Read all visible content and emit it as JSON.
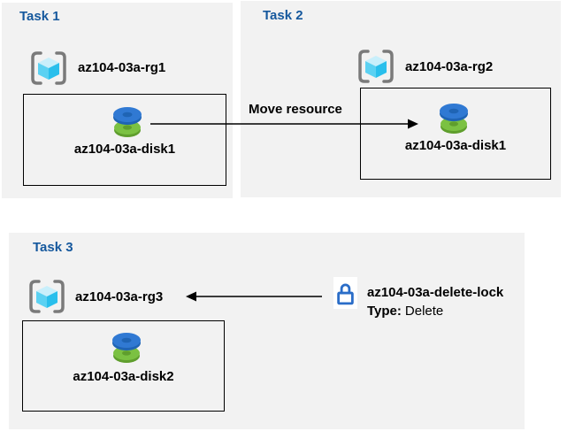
{
  "panels": {
    "task1": {
      "title": "Task 1",
      "resource_group": "az104-03a-rg1",
      "resource": "az104-03a-disk1"
    },
    "task2": {
      "title": "Task 2",
      "resource_group": "az104-03a-rg2",
      "resource": "az104-03a-disk1"
    },
    "task3": {
      "title": "Task 3",
      "resource_group": "az104-03a-rg3",
      "resource": "az104-03a-disk2"
    }
  },
  "annotations": {
    "move_arrow_label": "Move resource",
    "lock": {
      "name": "az104-03a-delete-lock",
      "type_label": "Type:",
      "type_value": "Delete"
    }
  },
  "icons": {
    "resource_group": "resource-group-icon",
    "disk": "disk-icon",
    "lock": "lock-icon"
  },
  "colors": {
    "panel_bg": "#f2f2f2",
    "title_blue": "#15589d",
    "arrow_black": "#000000",
    "lock_blue": "#2a6dc8",
    "bracket_gray": "#7a7a7a",
    "cube_top": "#c9effb",
    "cube_left": "#5bd1f2",
    "cube_right": "#29bfec",
    "disk_blue": "#3079d3",
    "disk_blue_dark": "#1f64b4",
    "disk_green": "#7bc142",
    "disk_green_dark": "#5f9e2d"
  }
}
